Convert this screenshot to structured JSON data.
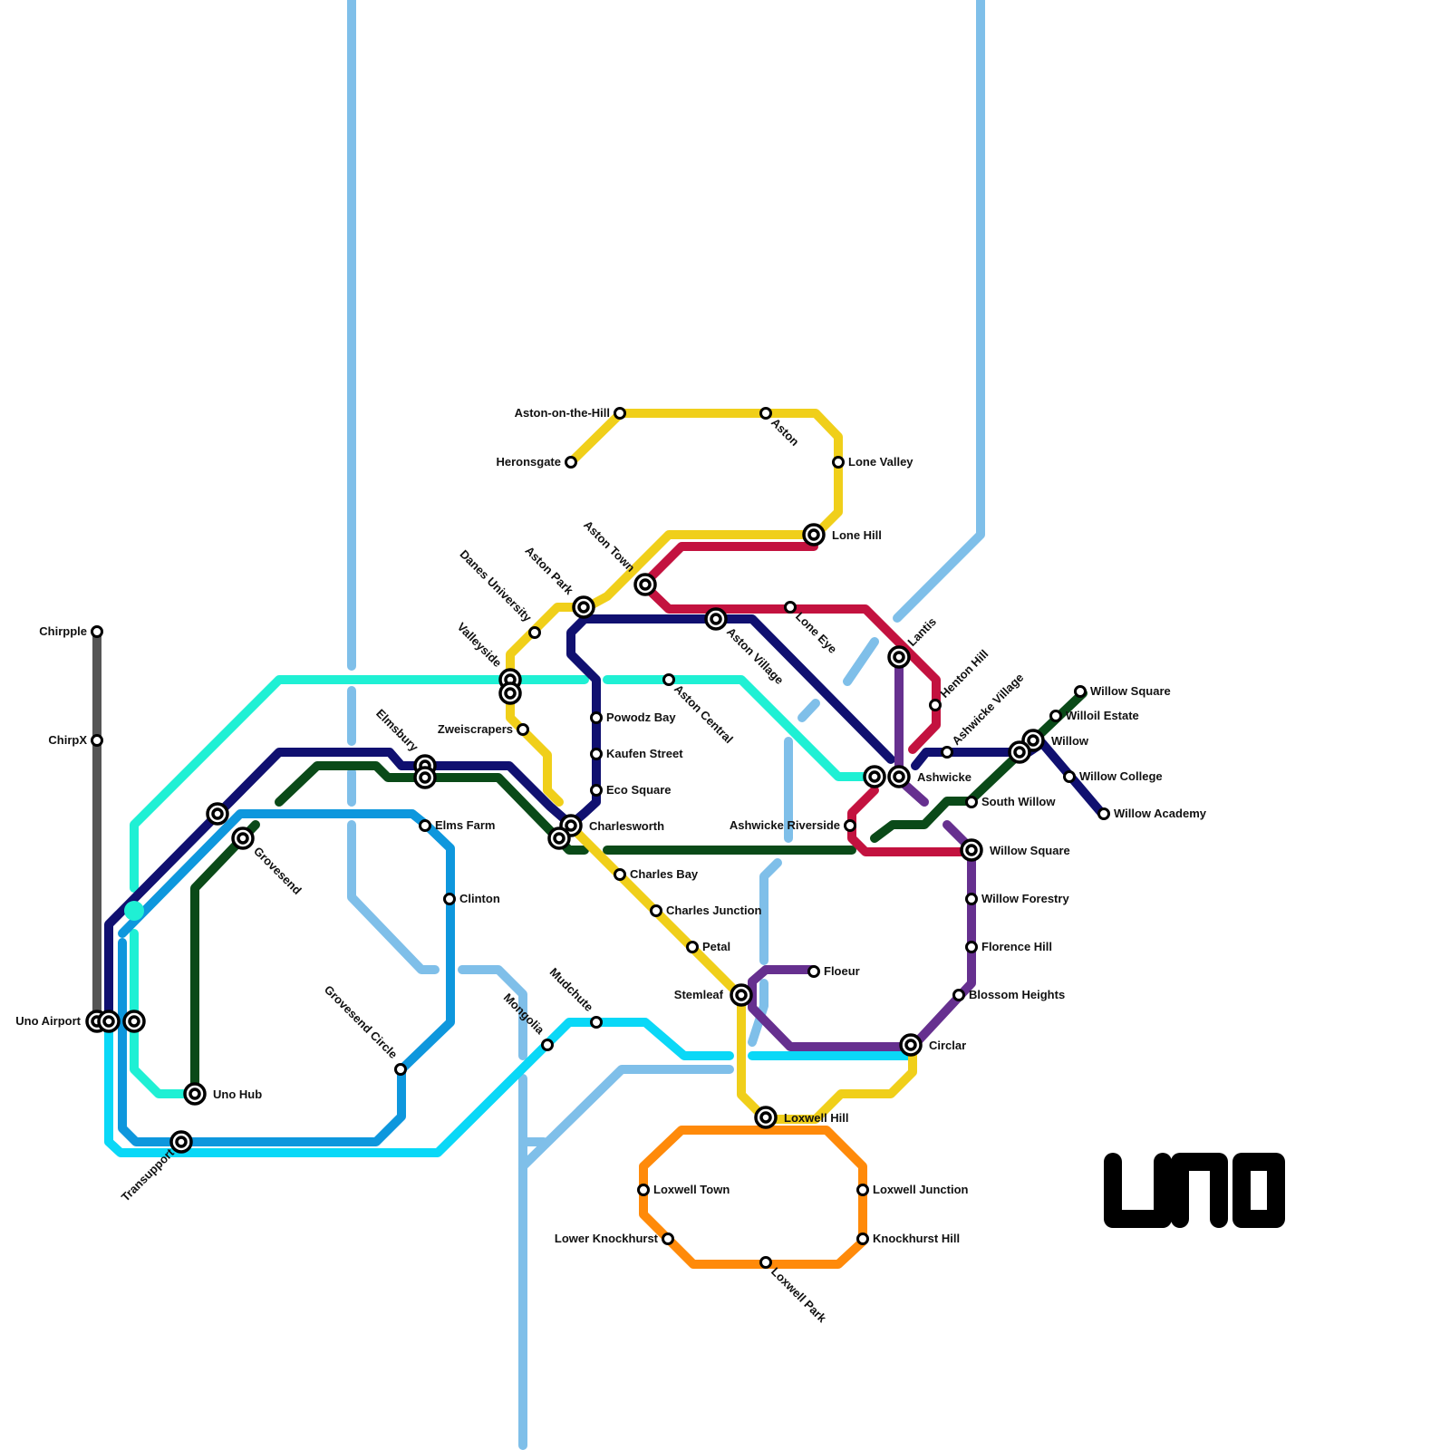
{
  "brand": {
    "logo_text": "uno"
  },
  "colors": {
    "sky": "#7fbfe9",
    "grey": "#555555",
    "navy": "#101070",
    "aqua": "#1ff0d4",
    "cyan": "#0ad8f7",
    "blue": "#0e97dd",
    "darkgreen": "#0a4a18",
    "yellow": "#f0cf1a",
    "crimson": "#c3123f",
    "purple": "#66308f",
    "orange": "#ff8a0a"
  },
  "lines": [
    {
      "id": "sky-a",
      "color": "sky"
    },
    {
      "id": "sky-b",
      "color": "sky"
    },
    {
      "id": "grey",
      "color": "grey"
    },
    {
      "id": "aqua",
      "color": "aqua"
    },
    {
      "id": "navy",
      "color": "navy"
    },
    {
      "id": "blue",
      "color": "blue"
    },
    {
      "id": "cyan",
      "color": "cyan"
    },
    {
      "id": "darkgreen",
      "color": "darkgreen"
    },
    {
      "id": "yellow",
      "color": "yellow"
    },
    {
      "id": "crimson",
      "color": "crimson"
    },
    {
      "id": "purple",
      "color": "purple"
    },
    {
      "id": "orange",
      "color": "orange"
    }
  ],
  "stations": {
    "chirpple": "Chirpple",
    "chirpx": "ChirpX",
    "uno_airport": "Uno Airport",
    "uno_hub": "Uno Hub",
    "transupport": "Transupport",
    "grovesend": "Grovesend",
    "grovesend_circle": "Grovesend Circle",
    "elmsbury": "Elmsbury",
    "elms_farm": "Elms Farm",
    "clinton": "Clinton",
    "valleyside": "Valleyside",
    "danes_university": "Danes University",
    "zweiscrapers": "Zweiscrapers",
    "aston_park": "Aston Park",
    "aston_town": "Aston Town",
    "aston_on_the_hill": "Aston-on-the-Hill",
    "heronsgate": "Heronsgate",
    "aston": "Aston",
    "lone_valley": "Lone Valley",
    "lone_hill": "Lone Hill",
    "aston_village": "Aston Village",
    "lone_eye": "Lone Eye",
    "aston_central": "Aston Central",
    "powodz_bay": "Powodz Bay",
    "kaufen_street": "Kaufen Street",
    "eco_square": "Eco Square",
    "charlesworth": "Charlesworth",
    "charles_bay": "Charles Bay",
    "charles_junction": "Charles Junction",
    "petal": "Petal",
    "stemleaf": "Stemleaf",
    "floeur": "Floeur",
    "mudchute": "Mudchute",
    "mongolia": "Mongolia",
    "loxwell_hill": "Loxwell Hill",
    "loxwell_town": "Loxwell Town",
    "lower_knockhurst": "Lower Knockhurst",
    "loxwell_park": "Loxwell Park",
    "loxwell_junction": "Loxwell Junction",
    "knockhurst_hill": "Knockhurst Hill",
    "circlar": "Circlar",
    "blossom_heights": "Blossom Heights",
    "florence_hill": "Florence Hill",
    "willow_forestry": "Willow Forestry",
    "willow_square_south": "Willow Square",
    "south_willow": "South Willow",
    "ashwicke": "Ashwicke",
    "ashwicke_riverside": "Ashwicke Riverside",
    "lantis": "Lantis",
    "henton_hill": "Henton Hill",
    "ashwicke_village": "Ashwicke Village",
    "willow": "Willow",
    "willoil_estate": "Willoil Estate",
    "willow_square_north": "Willow Square",
    "willow_college": "Willow College",
    "willow_academy": "Willow Academy"
  }
}
